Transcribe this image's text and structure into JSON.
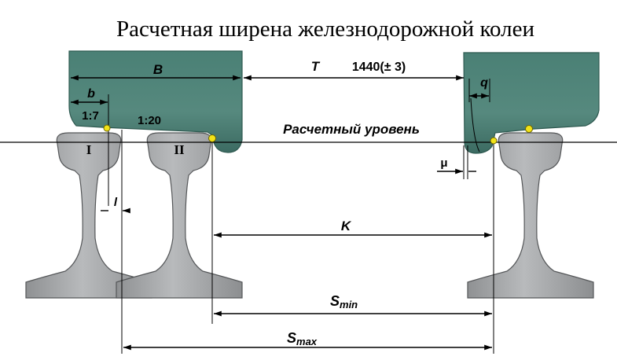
{
  "title": "Расчетная ширена железнодорожной колеи",
  "labels": {
    "B": "B",
    "T": "T",
    "gauge": "1440(± 3)",
    "b": "b",
    "q": "q",
    "slope_7": "1:7",
    "slope_20": "1:20",
    "level": "Расчетный уровень",
    "mu": "μ",
    "l": "l",
    "K": "K",
    "S": "S",
    "min": "min",
    "max": "max",
    "rail_1": "I",
    "rail_2": "II"
  },
  "colors": {
    "wheel_fill": "#4f8478",
    "rail_fill": "#a7a9ab",
    "contact_point": "#f2e318"
  }
}
